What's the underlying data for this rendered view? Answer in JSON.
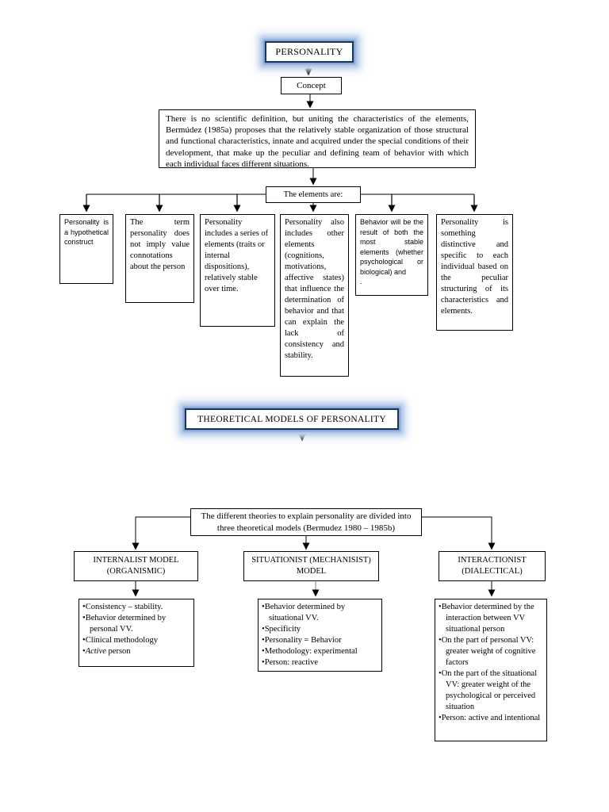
{
  "colors": {
    "glow": "#aec5e8",
    "glow_border": "#17365d",
    "line": "#000000",
    "box_border": "#000000"
  },
  "personality": {
    "title": "PERSONALITY",
    "concept": "Concept",
    "definition": "There is no scientific definition, but uniting the characteristics of the elements, Bermúdez (1985a) proposes that the relatively stable organization of those structural and functional characteristics, innate and acquired under the special conditions of their development, that make up the peculiar and defining team of behavior with which each individual faces different situations.",
    "elements_label": "The elements are:",
    "elements": [
      {
        "text": "Personality is a hypothetical construct"
      },
      {
        "text": "The term personality does not imply value connotations about the person"
      },
      {
        "text": "Personality includes a series of elements (traits or internal dispositions), relatively stable over time."
      },
      {
        "text": "Personality also includes other elements (cognitions, motivations, affective states) that influence the determination of behavior and that can explain the lack of consistency and stability."
      },
      {
        "text": "Behavior will be the result of both the most stable elements (whether psychological or biological) and",
        "truncated": "."
      },
      {
        "text": "Personality is something distinctive and specific to each individual based on the peculiar structuring of its characteristics and elements."
      }
    ]
  },
  "models_section": {
    "title": "THEORETICAL MODELS OF PERSONALITY",
    "intro": "The different theories to explain personality are divided into three theoretical models (Bermudez 1980 – 1985b)",
    "models": [
      {
        "header_line1": "INTERNALIST MODEL",
        "header_line2": "(ORGANISMIC)",
        "bullets": [
          {
            "text": "Consistency – stability."
          },
          {
            "text": "Behavior determined by personal VV."
          },
          {
            "text": "Clinical methodology"
          },
          {
            "em": "Active",
            "text": " person"
          }
        ]
      },
      {
        "header_line1": "SITUATIONIST (MECHANISIST)",
        "header_line2": "MODEL",
        "bullets": [
          {
            "text": "Behavior determined by situational VV."
          },
          {
            "text": "Specificity"
          },
          {
            "text": "Personality = Behavior"
          },
          {
            "text": "Methodology: experimental"
          },
          {
            "text": "Person: reactive"
          }
        ]
      },
      {
        "header_line1": "INTERACTIONIST",
        "header_line2": "(DIALECTICAL)",
        "bullets": [
          {
            "text": "Behavior determined by the interaction between VV situational person"
          },
          {
            "text": "On the part of personal VV: greater weight of cognitive factors"
          },
          {
            "text": "On the part of the situational VV: greater weight of the psychological or perceived situation"
          },
          {
            "text": "Person: active and intentional"
          }
        ]
      }
    ]
  }
}
